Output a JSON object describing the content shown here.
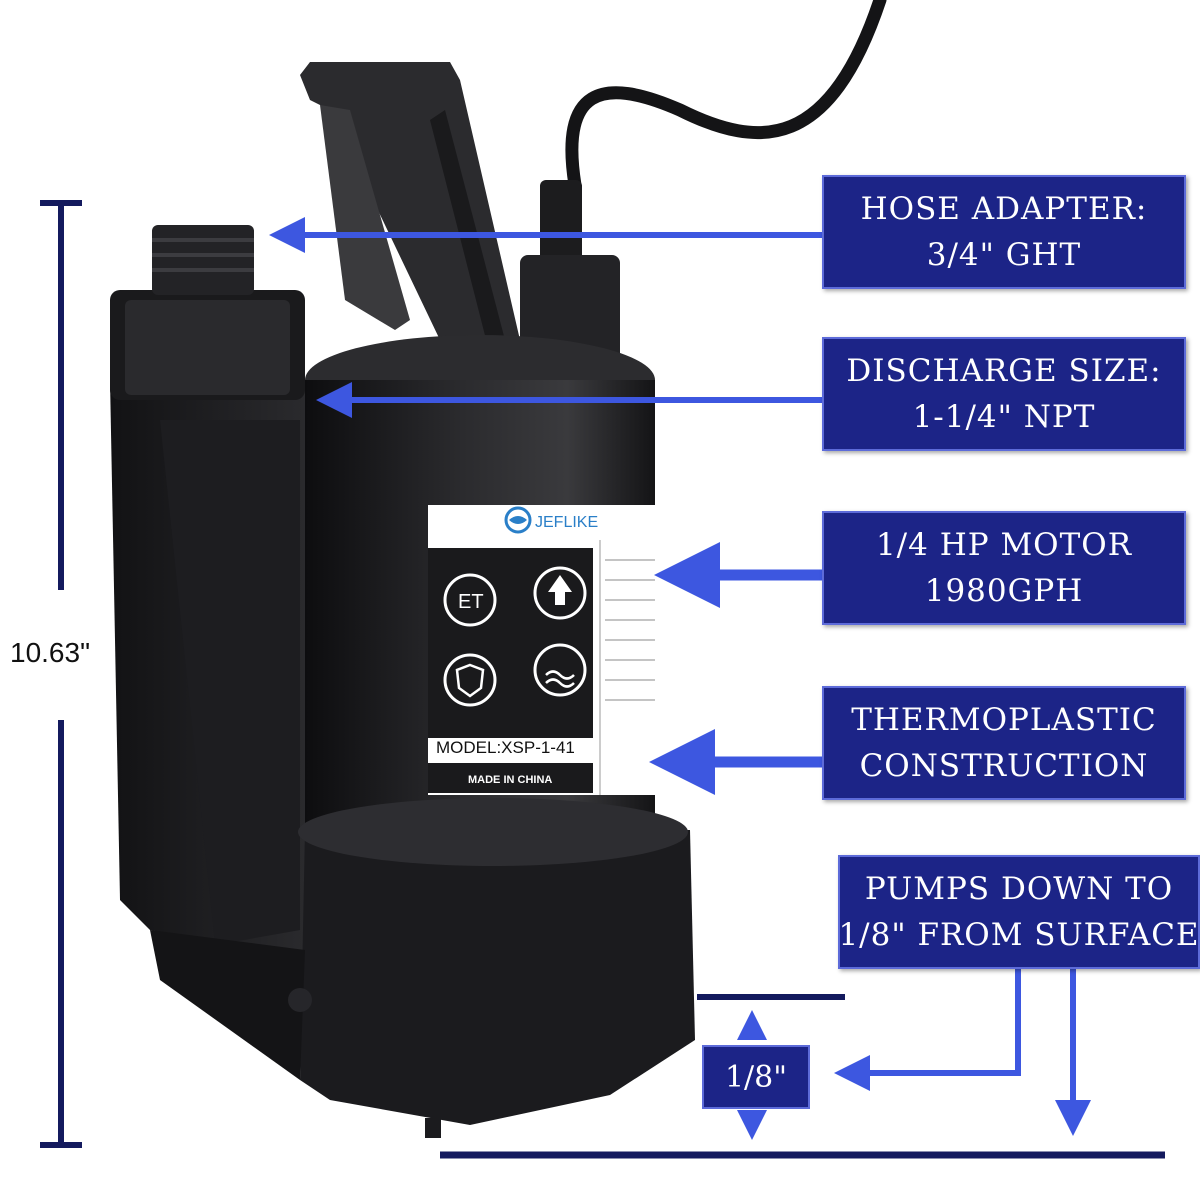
{
  "product": {
    "brand": "JEFLIKE",
    "model_label": "MODEL:XSP-1-41",
    "origin_label": "MADE IN CHINA"
  },
  "dimensions": {
    "height": "10.63\"",
    "depth_badge": "1/8\""
  },
  "callouts": {
    "hose": {
      "line1": "HOSE ADAPTER:",
      "line2": "3/4\" GHT"
    },
    "discharge": {
      "line1": "DISCHARGE SIZE:",
      "line2": "1-1/4\" NPT"
    },
    "motor": {
      "line1": "1/4 HP MOTOR",
      "line2": "1980GPH"
    },
    "construction": {
      "line1": "THERMOPLASTIC",
      "line2": "CONSTRUCTION"
    },
    "depth": {
      "line1": "PUMPS DOWN TO",
      "line2": "1/8\" FROM SURFACE"
    }
  },
  "colors": {
    "callout_bg": "#1c2487",
    "arrow": "#3d57e0",
    "dimension_line": "#141a5e",
    "pump_body": "#1c1c1e"
  },
  "icons": [
    "etl-certification-icon",
    "upload-arrow-icon",
    "shield-icon",
    "water-level-icon",
    "jeflike-logo-icon"
  ]
}
